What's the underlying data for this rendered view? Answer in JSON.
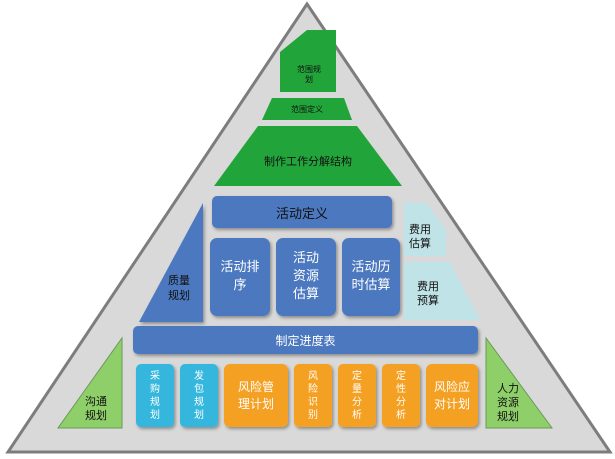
{
  "colors": {
    "green": "#21a43a",
    "light_green": "#8fcf6a",
    "blue": "#4b78bf",
    "teal": "#bfe3e6",
    "cyan": "#35b7dd",
    "orange": "#f4a020",
    "background": "#d9d9d9",
    "outline": "#7d7d7d"
  },
  "diagram": {
    "top": [
      "范围规\n划",
      "范围定义",
      "制作工作分解结构"
    ],
    "activity_definition": "活动定义",
    "quality_planning": "质量\n规划",
    "activity_sequencing": "活动排\n序",
    "activity_resource_estimating": "活动\n资源\n估算",
    "activity_duration_estimating": "活动历\n时估算",
    "cost_estimating": "费用\n估算",
    "cost_budgeting": "费用\n预算",
    "schedule_development": "制定进度表",
    "communication_planning": "沟通\n规划",
    "hr_planning": "人力\n资源\n规划",
    "procurement_planning": "采\n购\n规\n划",
    "contracting_planning": "发\n包\n规\n划",
    "risk_management_planning": "风险管\n理计划",
    "risk_identification": "风\n险\n识\n别",
    "quantitative_analysis": "定\n量\n分\n析",
    "qualitative_analysis": "定\n性\n分\n析",
    "risk_response_planning": "风险应\n对计划"
  }
}
